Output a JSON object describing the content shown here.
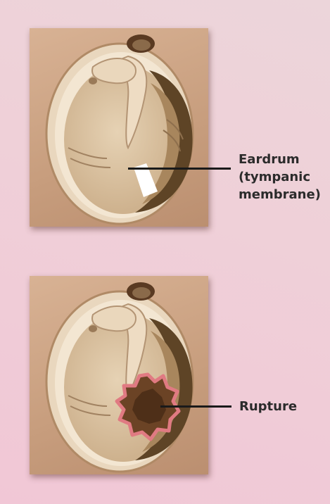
{
  "labels": {
    "eardrum_line1": "Eardrum",
    "eardrum_line2": "(tympanic",
    "eardrum_line3": "membrane)",
    "rupture": "Rupture"
  },
  "colors": {
    "background_top": "#ecd5da",
    "background_bottom": "#f1c7d6",
    "panel_tan": "#c79d7d",
    "membrane": "#dcc4a4",
    "canal_dark": "#5e4426",
    "rupture_rim": "#e07a82",
    "line": "#1a1a1a"
  }
}
